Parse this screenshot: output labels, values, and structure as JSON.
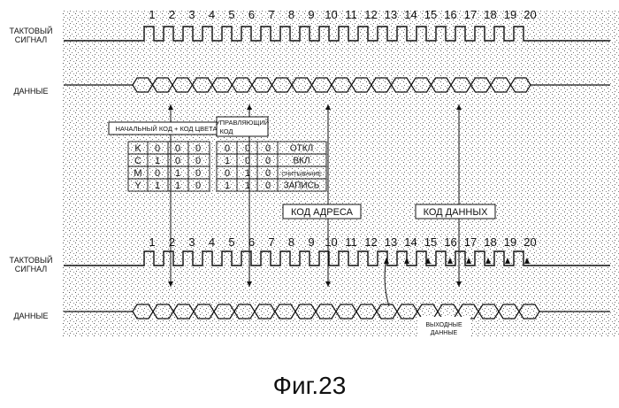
{
  "labels": {
    "clock_top_line1": "ТАКТОВЫЙ",
    "clock_top_line2": "СИГНАЛ",
    "data_top": "ДАННЫЕ",
    "clock_bottom_line1": "ТАКТОВЫЙ",
    "clock_bottom_line2": "СИГНАЛ",
    "data_bottom": "ДАННЫЕ"
  },
  "clock_numbers": [
    "1",
    "2",
    "3",
    "4",
    "5",
    "6",
    "7",
    "8",
    "9",
    "10",
    "11",
    "12",
    "13",
    "14",
    "15",
    "16",
    "17",
    "18",
    "19",
    "20"
  ],
  "callouts": {
    "start_color": "НАЧАЛЬНЫЙ КОД + КОД ЦВЕТА",
    "control_line1": "УПРАВЛЯЮЩИЙ",
    "control_line2": "КОД",
    "address": "КОД АДРЕСА",
    "data": "КОД ДАННЫХ",
    "output_line1": "ВЫХОДНЫЕ",
    "output_line2": "ДАННЫЕ"
  },
  "color_table": [
    {
      "name": "K",
      "bits": [
        "0",
        "0",
        "0"
      ]
    },
    {
      "name": "C",
      "bits": [
        "1",
        "0",
        "0"
      ]
    },
    {
      "name": "M",
      "bits": [
        "0",
        "1",
        "0"
      ]
    },
    {
      "name": "Y",
      "bits": [
        "1",
        "1",
        "0"
      ]
    }
  ],
  "control_table": [
    {
      "bits": [
        "0",
        "0",
        "0"
      ],
      "label": "ОТКЛ"
    },
    {
      "bits": [
        "1",
        "0",
        "0"
      ],
      "label": "ВКЛ"
    },
    {
      "bits": [
        "0",
        "1",
        "0"
      ],
      "label": "СЧИТЫВАНИЕ"
    },
    {
      "bits": [
        "1",
        "1",
        "0"
      ],
      "label": "ЗАПИСЬ"
    }
  ],
  "caption": "Фиг.23"
}
